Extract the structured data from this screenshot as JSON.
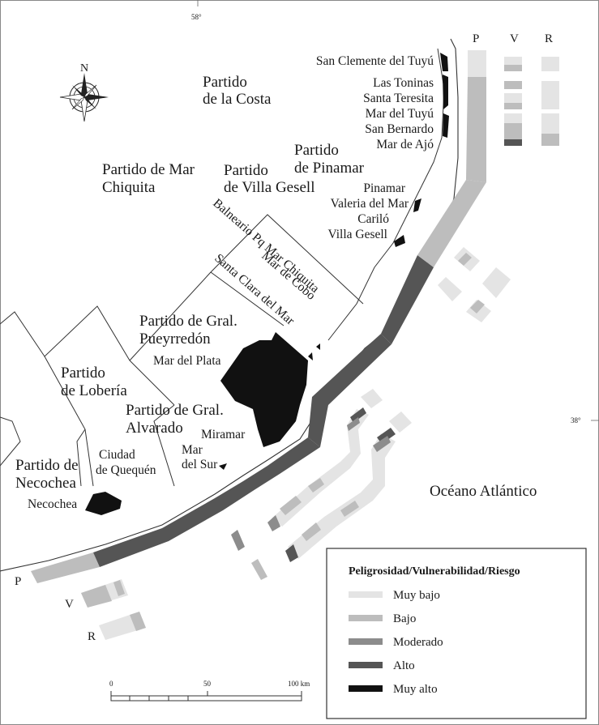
{
  "graticule": {
    "meridian": "58°",
    "parallel": "38°"
  },
  "compass": {
    "north": "N"
  },
  "partidos": [
    [
      "Partido",
      "de la Costa"
    ],
    [
      "Partido de Mar",
      "Chiquita"
    ],
    [
      "Partido",
      "de Villa Gesell"
    ],
    [
      "Partido",
      "de Pinamar"
    ],
    [
      "Partido de Gral.",
      "Pueyrredón"
    ],
    [
      "Partido",
      "de Lobería"
    ],
    [
      "Partido de Gral.",
      "Alvarado"
    ],
    [
      "Partido de",
      "Necochea"
    ]
  ],
  "towns": {
    "north": [
      "San Clemente del Tuyú",
      "Las Toninas",
      "Santa Teresita",
      "Mar del Tuyú",
      "San Bernardo",
      "Mar de Ajó"
    ],
    "gesell": [
      "Pinamar",
      "Valeria del Mar",
      "Cariló",
      "Villa Gesell"
    ],
    "rotated": [
      "Balneario Pq Mar Chiquita",
      "Mar de Cobo",
      "Santa Clara del Mar"
    ],
    "mardelplata": "Mar del Plata",
    "miramar": "Miramar",
    "mardelsur": [
      "Mar",
      "del Sur"
    ],
    "quequen": [
      "Ciudad",
      "de Quequén"
    ],
    "necochea": "Necochea"
  },
  "ocean": "Océano Atlántico",
  "bands": {
    "p": "P",
    "v": "V",
    "r": "R"
  },
  "legend": {
    "title": "Peligrosidad/Vulnerabilidad/Riesgo",
    "items": [
      {
        "label": "Muy bajo",
        "color": "#e4e4e4"
      },
      {
        "label": "Bajo",
        "color": "#bdbdbd"
      },
      {
        "label": "Moderado",
        "color": "#8c8c8c"
      },
      {
        "label": "Alto",
        "color": "#555555"
      },
      {
        "label": "Muy alto",
        "color": "#111111"
      }
    ]
  },
  "scale": {
    "ticks": [
      "0",
      "50",
      "100 km"
    ]
  }
}
